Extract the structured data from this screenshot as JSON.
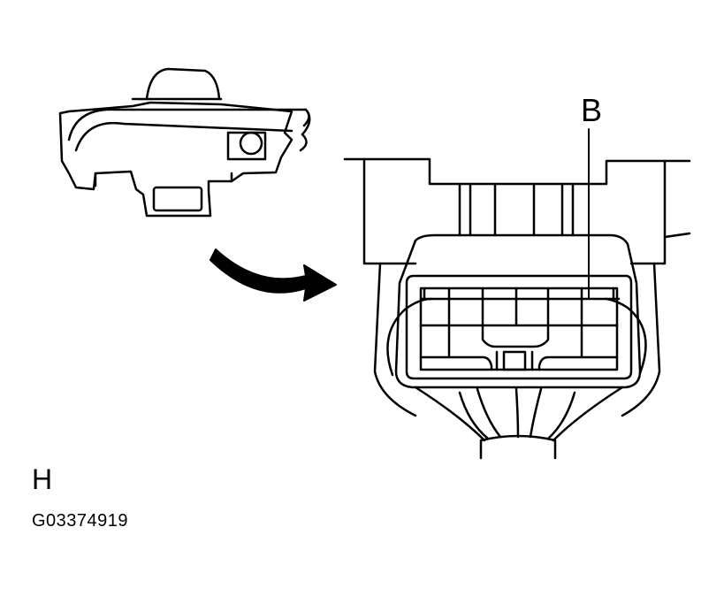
{
  "labels": {
    "callout": "B",
    "view": "H",
    "figure_id": "G03374919"
  },
  "colors": {
    "ink": "#000000",
    "paper": "#ffffff"
  }
}
